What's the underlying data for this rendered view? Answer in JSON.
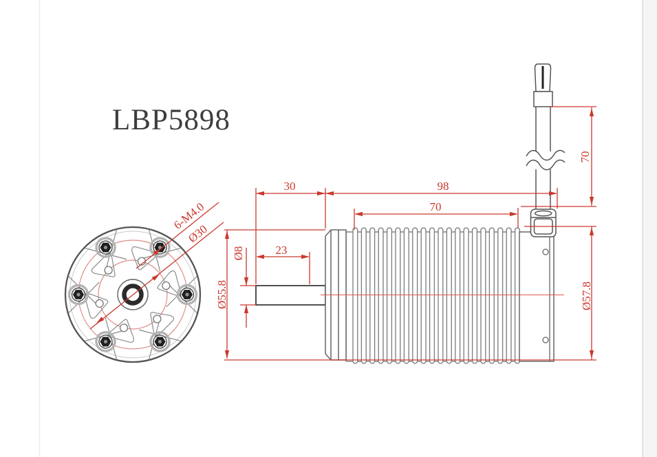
{
  "title": "LBP5898",
  "front_view": {
    "bolt_callout": "6-M4.0",
    "bolt_circle_dia": "Ø30"
  },
  "side_view": {
    "shaft_total_len": "30",
    "body_len": "98",
    "fin_len": "70",
    "shaft_len": "23",
    "shaft_dia": "Ø8",
    "front_dia": "Ø55.8",
    "rear_dia": "Ø57.8",
    "wire_len": "70"
  },
  "colors": {
    "dimension_red": "#c9392e",
    "light_red": "#dd8d86",
    "line_gray": "#6b6b6b",
    "dark": "#222222"
  }
}
